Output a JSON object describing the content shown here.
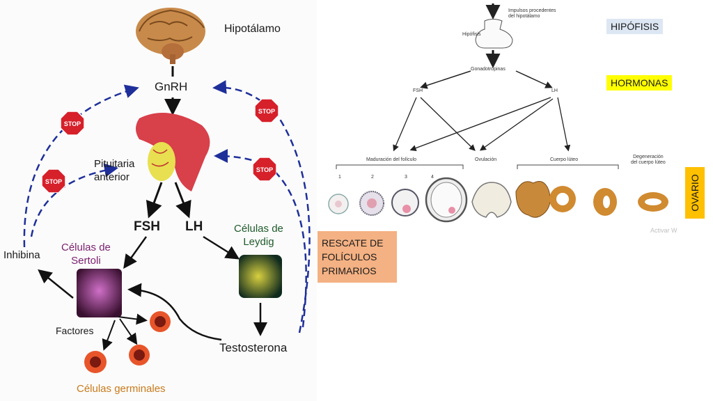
{
  "left": {
    "hypothalamus": "Hipotálamo",
    "gnrh": "GnRH",
    "pituitary": [
      "Pituitaria",
      "anterior"
    ],
    "fsh": "FSH",
    "lh": "LH",
    "leydig": [
      "Células de",
      "Leydig"
    ],
    "sertoli": [
      "Células de",
      "Sertoli"
    ],
    "inhibin": "Inhibina",
    "factors": "Factores",
    "testosterone": "Testosterona",
    "germ_cells": "Células germinales",
    "stop": "STOP"
  },
  "right": {
    "impulses": [
      "Impulsos procedentes",
      "del hipotálamo"
    ],
    "hypophysis_small": "Hipófisis",
    "gonadotropins": "Gonadotropinas",
    "fsh": "FSH",
    "lh": "LH",
    "maturation": "Maduración del folículo",
    "ovulation": "Ovulación",
    "corpus_luteum": "Cuerpo lúteo",
    "degeneration": [
      "Degeneración",
      "del cuerpo lúteo"
    ],
    "stages": [
      "1",
      "2",
      "3",
      "4"
    ],
    "watermark": "Activar W"
  },
  "tags": {
    "hipofisis": "HIPÓFISIS",
    "hormonas": "HORMONAS",
    "ovario": "OVARIO",
    "rescate": [
      "RESCATE DE",
      "FOLÍCULOS",
      "PRIMARIOS"
    ]
  },
  "colors": {
    "dashed_arrow": "#1f2f9a",
    "stop": "#d6202a",
    "hipofisis_bg": "#dde7f3",
    "hormonas_bg": "#ffff00",
    "ovario_bg": "#ffc000",
    "rescate_bg": "#f4b183",
    "sertoli_text": "#7a1f6e",
    "leydig_text": "#1f5a2a",
    "germ_text": "#c77a1a"
  }
}
